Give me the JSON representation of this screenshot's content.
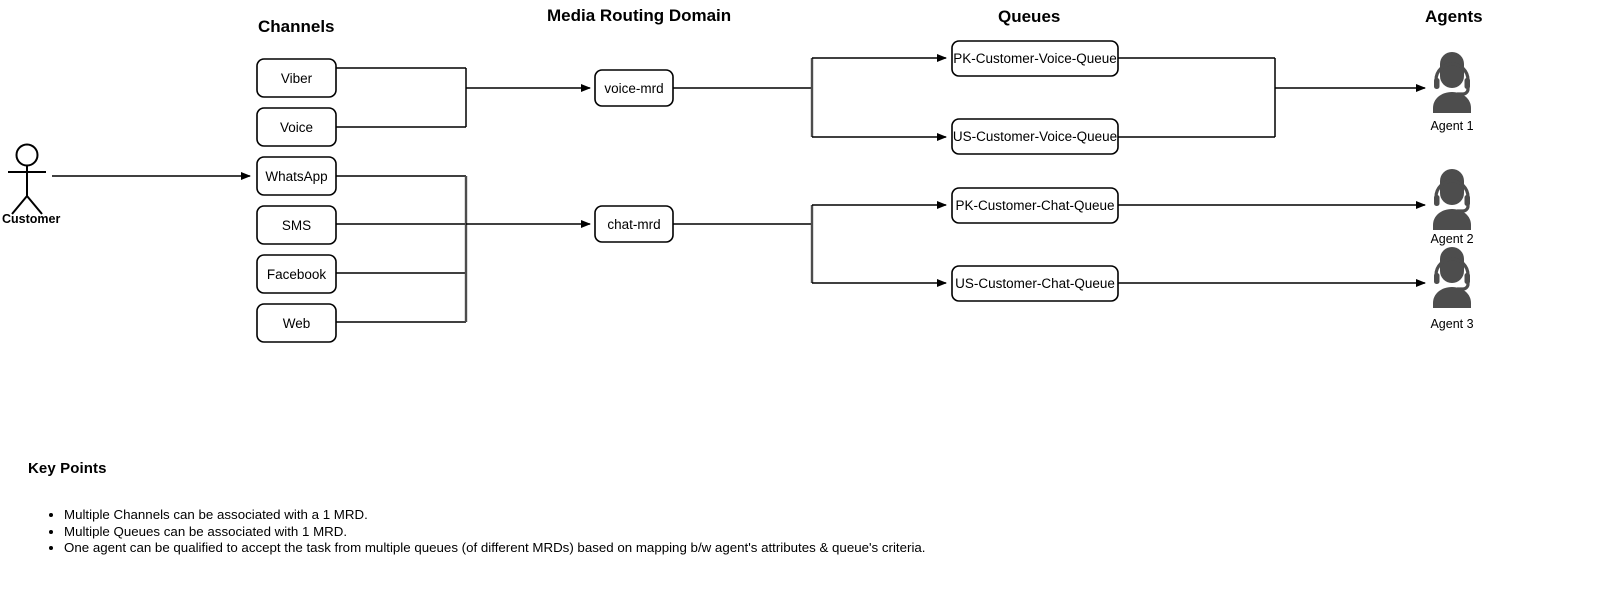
{
  "headers": {
    "channels": "Channels",
    "mrd": "Media Routing Domain",
    "queues": "Queues",
    "agents": "Agents"
  },
  "actor": {
    "label": "Customer",
    "icon": "stick-figure-person-icon"
  },
  "channels": [
    {
      "id": "viber",
      "label": "Viber"
    },
    {
      "id": "voice",
      "label": "Voice"
    },
    {
      "id": "whatsapp",
      "label": "WhatsApp"
    },
    {
      "id": "sms",
      "label": "SMS"
    },
    {
      "id": "facebook",
      "label": "Facebook"
    },
    {
      "id": "web",
      "label": "Web"
    }
  ],
  "mrds": [
    {
      "id": "voice-mrd",
      "label": "voice-mrd"
    },
    {
      "id": "chat-mrd",
      "label": "chat-mrd"
    }
  ],
  "queues": [
    {
      "id": "pk-voice",
      "label": "PK-Customer-Voice-Queue"
    },
    {
      "id": "us-voice",
      "label": "US-Customer-Voice-Queue"
    },
    {
      "id": "pk-chat",
      "label": "PK-Customer-Chat-Queue"
    },
    {
      "id": "us-chat",
      "label": "US-Customer-Chat-Queue"
    }
  ],
  "agents": [
    {
      "id": "agent-1",
      "label": "Agent 1",
      "icon": "agent-headset-icon"
    },
    {
      "id": "agent-2",
      "label": "Agent 2",
      "icon": "agent-headset-icon"
    },
    {
      "id": "agent-3",
      "label": "Agent 3",
      "icon": "agent-headset-icon"
    }
  ],
  "key_points": {
    "title": "Key Points",
    "items": [
      "Multiple Channels can be associated with a 1 MRD.",
      "Multiple Queues can be associated with 1 MRD.",
      "One agent can be qualified to accept the task from multiple queues (of different MRDs) based on mapping b/w agent's attributes & queue's criteria."
    ]
  },
  "colors": {
    "stroke": "#000000",
    "bar": "#4d4d4d",
    "agent_glyph": "#4d4d4d",
    "box_fill": "#ffffff",
    "background": "#ffffff"
  }
}
